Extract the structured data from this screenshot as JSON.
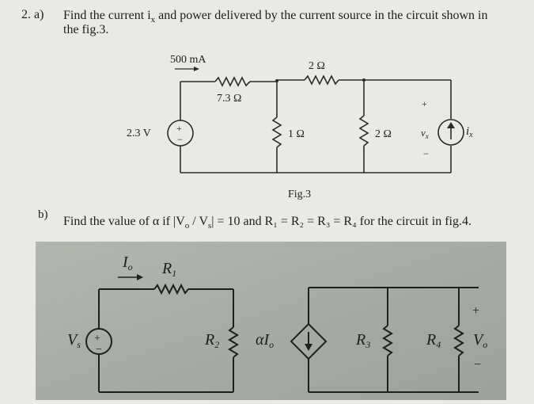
{
  "question_a": {
    "number": "2. a)",
    "line1": "Find the current i",
    "line1_sub": "x",
    "line1_rest": " and power delivered by the current source in the circuit shown in",
    "line2": "the fig.3.",
    "figure_label": "Fig.3"
  },
  "circuit_a": {
    "current_source": "500 mA",
    "r_series": "7.3 Ω",
    "r_top": "2 Ω",
    "voltage_source": "2.3 V",
    "r_mid": "1 Ω",
    "r_right": "2 Ω",
    "vx": "v",
    "vx_sub": "x",
    "ix": "i",
    "ix_sub": "x",
    "plus": "+",
    "minus": "−"
  },
  "question_b": {
    "number": "b)",
    "text": "Find the value of α if |V",
    "sub_o": "o",
    "slash": " / V",
    "sub_s": "s",
    "rest": "| = 10 and R₁ = R₂ = R₃ = R₄ for the circuit in fig.4."
  },
  "circuit_b": {
    "io": "I",
    "io_sub": "o",
    "r1": "R",
    "r1_sub": "1",
    "r2": "R",
    "r2_sub": "2",
    "r3": "R",
    "r3_sub": "3",
    "r4": "R",
    "r4_sub": "4",
    "vs": "V",
    "vs_sub": "s",
    "dependent": "αI",
    "dependent_sub": "o",
    "vo": "V",
    "vo_sub": "o",
    "plus": "+",
    "minus": "−"
  },
  "colors": {
    "paper": "#e9e9e7",
    "photo_bg": "#a9aba6",
    "ink": "#1d1d1d"
  }
}
